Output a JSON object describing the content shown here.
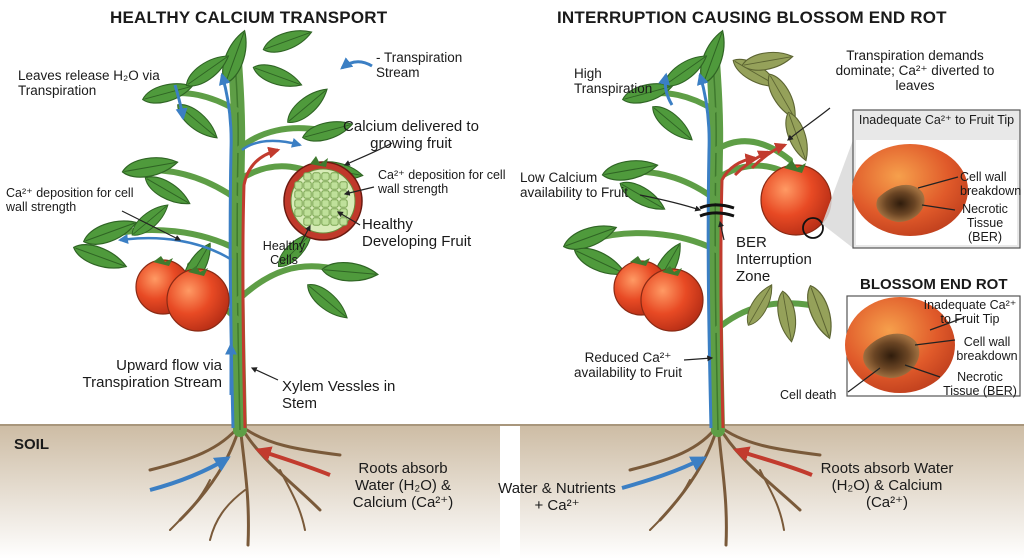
{
  "left": {
    "title": "HEALTHY CALCIUM TRANSPORT",
    "leaves_release": "Leaves release H₂O via Transpiration",
    "transpiration_stream": "- Transpiration Stream",
    "calcium_delivered": "Calcium delivered to growing fruit",
    "fruit_deposition": "Ca²⁺ deposition for cell wall strength",
    "stem_deposition": "Ca²⁺ deposition for cell wall strength",
    "healthy_fruit": "Healthy Developing Fruit",
    "healthy_cells": "Healthy Cells",
    "upward_flow": "Upward flow via Transpiration Stream",
    "xylem": "Xylem Vessles in Stem",
    "soil": "SOIL",
    "roots": "Roots absorb Water (H₂O) & Calcium (Ca²⁺)"
  },
  "right": {
    "title": "INTERRUPTION CAUSING BLOSSOM END ROT",
    "high_transpiration": "High Transpiration",
    "transpiration_demands": "Transpiration demands dominate; Ca²⁺ diverted to leaves",
    "inset": {
      "title": "Inadequate Ca²⁺ to Fruit Tip",
      "cell_wall": "Cell wall breakdown",
      "necrotic": "Necrotic Tissue (BER)"
    },
    "low_calcium": "Low Calcium availability to Fruit",
    "ber_zone": "BER Interruption Zone",
    "ber_heading": "BLOSSOM END ROT",
    "ber_box": {
      "inadequate": "Inadequate Ca²⁺ to Fruit Tip",
      "cell_wall": "Cell wall breakdown",
      "necrotic": "Necrotic Tissue (BER)",
      "cell_death": "Cell death"
    },
    "reduced_ca": "Reduced Ca²⁺ availability to Fruit",
    "water_nutrients": "Water & Nutrients + Ca²⁺",
    "roots": "Roots absorb Water (H₂O) & Calcium (Ca²⁺)"
  },
  "colors": {
    "leaf": "#4f9a3c",
    "leaf_wilted": "#8f9a55",
    "stem": "#5e9e46",
    "water_flow": "#3b7fc4",
    "calcium_flow": "#c23b2e",
    "tomato": "#e04a24",
    "rot": "#5a3a1e",
    "soil": "#c9b89f"
  }
}
